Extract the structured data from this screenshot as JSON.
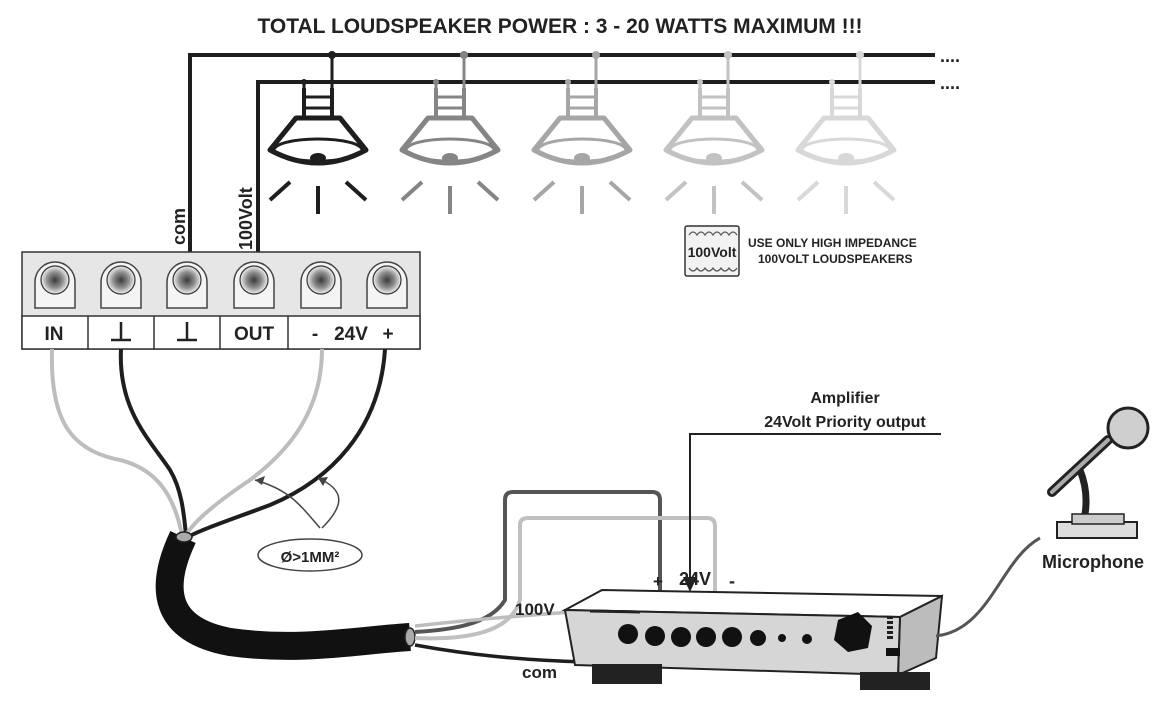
{
  "title": "TOTAL LOUDSPEAKER POWER : 3 - 20 WATTS MAXIMUM !!!",
  "wires": {
    "com_label": "com",
    "volt_label": "100Volt",
    "continuation": "....",
    "cable_note": "Ø>1MM²"
  },
  "notice": {
    "badge": "100Volt",
    "line1": "USE ONLY HIGH IMPEDANCE",
    "line2": "100VOLT LOUDSPEAKERS"
  },
  "terminal": {
    "in": "IN",
    "ground1": "⊥",
    "ground2": "⊥",
    "out": "OUT",
    "minus": "-",
    "v24": "24V",
    "plus": "+"
  },
  "amplifier": {
    "title_line1": "Amplifier",
    "title_line2": "24Volt Priority output",
    "plus": "+",
    "v24": "24V",
    "minus": "-",
    "v100": "100V",
    "com": "com"
  },
  "microphone": {
    "label": "Microphone"
  },
  "colors": {
    "wire_dark": "#222222",
    "wire_light": "#bdbdbd",
    "panel": "#e6e6e6",
    "speaker_shades": [
      "#1e1e1e",
      "#858585",
      "#a6a6a6",
      "#c2c2c2",
      "#d8d8d8"
    ]
  }
}
